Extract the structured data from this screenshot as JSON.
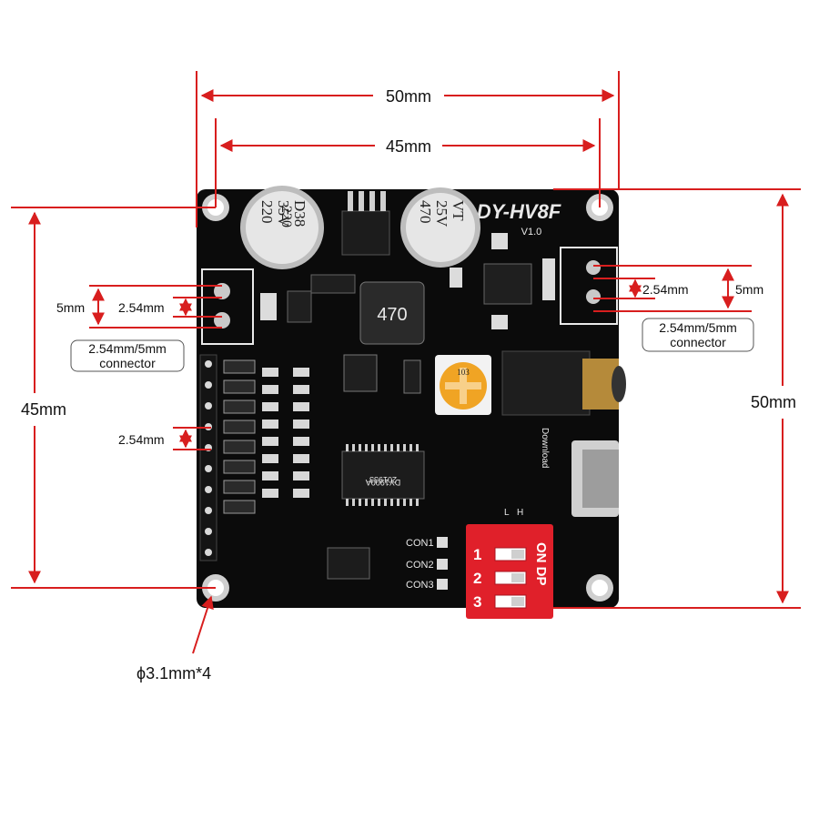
{
  "board": {
    "name": "DY-HV8F",
    "version": "V1.0",
    "inductor_marking": "470",
    "trimmer_marking": "103",
    "chip_marking": "DY1900A",
    "chip_date": "201933",
    "download_label": "Download",
    "con_labels": [
      "CON1",
      "CON2",
      "CON3"
    ],
    "switch_labels": [
      "L",
      "H"
    ],
    "dip": {
      "title": "ON DP",
      "numbers": [
        "1",
        "2",
        "3"
      ]
    },
    "cap_left": [
      "220",
      "35V",
      "D38"
    ],
    "cap_right": [
      "470",
      "25V",
      "VT"
    ]
  },
  "dimensions": {
    "width_outer": "50mm",
    "width_holes": "45mm",
    "height_left": "45mm",
    "height_right": "50mm",
    "left_pitch_large": "5mm",
    "left_pitch_small": "2.54mm",
    "right_pitch_small": "2.54mm",
    "right_pitch_large": "5mm",
    "header_pitch": "2.54mm",
    "hole": "ϕ3.1mm*4"
  },
  "callouts": {
    "connector_left": [
      "2.54mm/5mm",
      "connector"
    ],
    "connector_right": [
      "2.54mm/5mm",
      "connector"
    ]
  },
  "colors": {
    "pcb": "#0b0b0b",
    "dimension_line": "#d81e1e",
    "dip_switch": "#e0202a",
    "trimmer": "#f0a424"
  }
}
